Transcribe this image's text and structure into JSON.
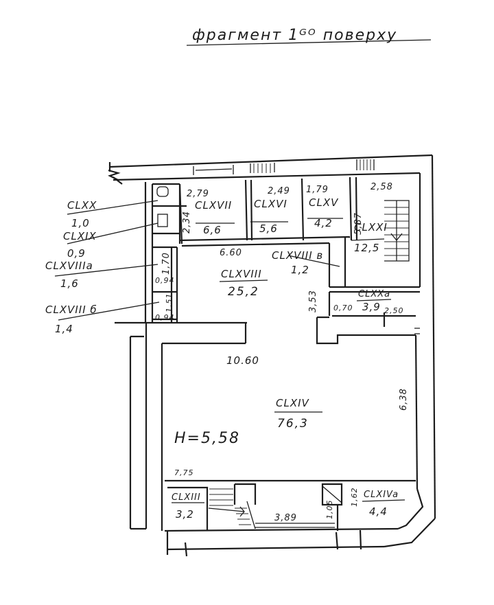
{
  "title": "фрагмент 1ᴳᴼ поверху",
  "height_note": "H=5,58",
  "rooms": [
    {
      "id": "CLXX",
      "code": "CLXX",
      "area": "1,0"
    },
    {
      "id": "CLXIX",
      "code": "CLXIX",
      "area": "0,9"
    },
    {
      "id": "CLXVIIIa",
      "code": "CLXVIIIa",
      "area": "1,6"
    },
    {
      "id": "CLXVIIIb",
      "code": "CLXVIII б",
      "area": "1,4"
    },
    {
      "id": "CLXVII",
      "code": "CLXVII",
      "area": "6,6"
    },
    {
      "id": "CLXVI",
      "code": "CLXVI",
      "area": "5,6"
    },
    {
      "id": "CLXV",
      "code": "CLXV",
      "area": "4,2"
    },
    {
      "id": "CLXXI",
      "code": "CLXXI",
      "area": "12,5"
    },
    {
      "id": "CLXVIIIv",
      "code": "CLXVIII в",
      "area": "1,2"
    },
    {
      "id": "CLXVIII",
      "code": "CLXVIII",
      "area": "25,2"
    },
    {
      "id": "CLXXa",
      "code": "CLXXa",
      "area": "3,9"
    },
    {
      "id": "CLXIV",
      "code": "CLXIV",
      "area": "76,3"
    },
    {
      "id": "CLXIII",
      "code": "CLXIII",
      "area": "3,2"
    },
    {
      "id": "CLXIVa",
      "code": "CLXIVa",
      "area": "4,4"
    }
  ],
  "dimensions": {
    "d_279": "2,79",
    "d_249": "2,49",
    "d_179": "1,79",
    "d_258": "2,58",
    "d_587": "5,87",
    "d_234": "2,34",
    "d_660": "6.60",
    "d_170": "1,70",
    "d_094a": "0,94",
    "d_151": "1,51",
    "d_094b": "0,94",
    "d_353": "3,53",
    "d_070": "0,70",
    "d_250": "2,50",
    "d_1060": "10.60",
    "d_638": "6,38",
    "d_775": "7,75",
    "d_389": "3,89",
    "d_105": "1,05",
    "d_162": "1,62"
  }
}
